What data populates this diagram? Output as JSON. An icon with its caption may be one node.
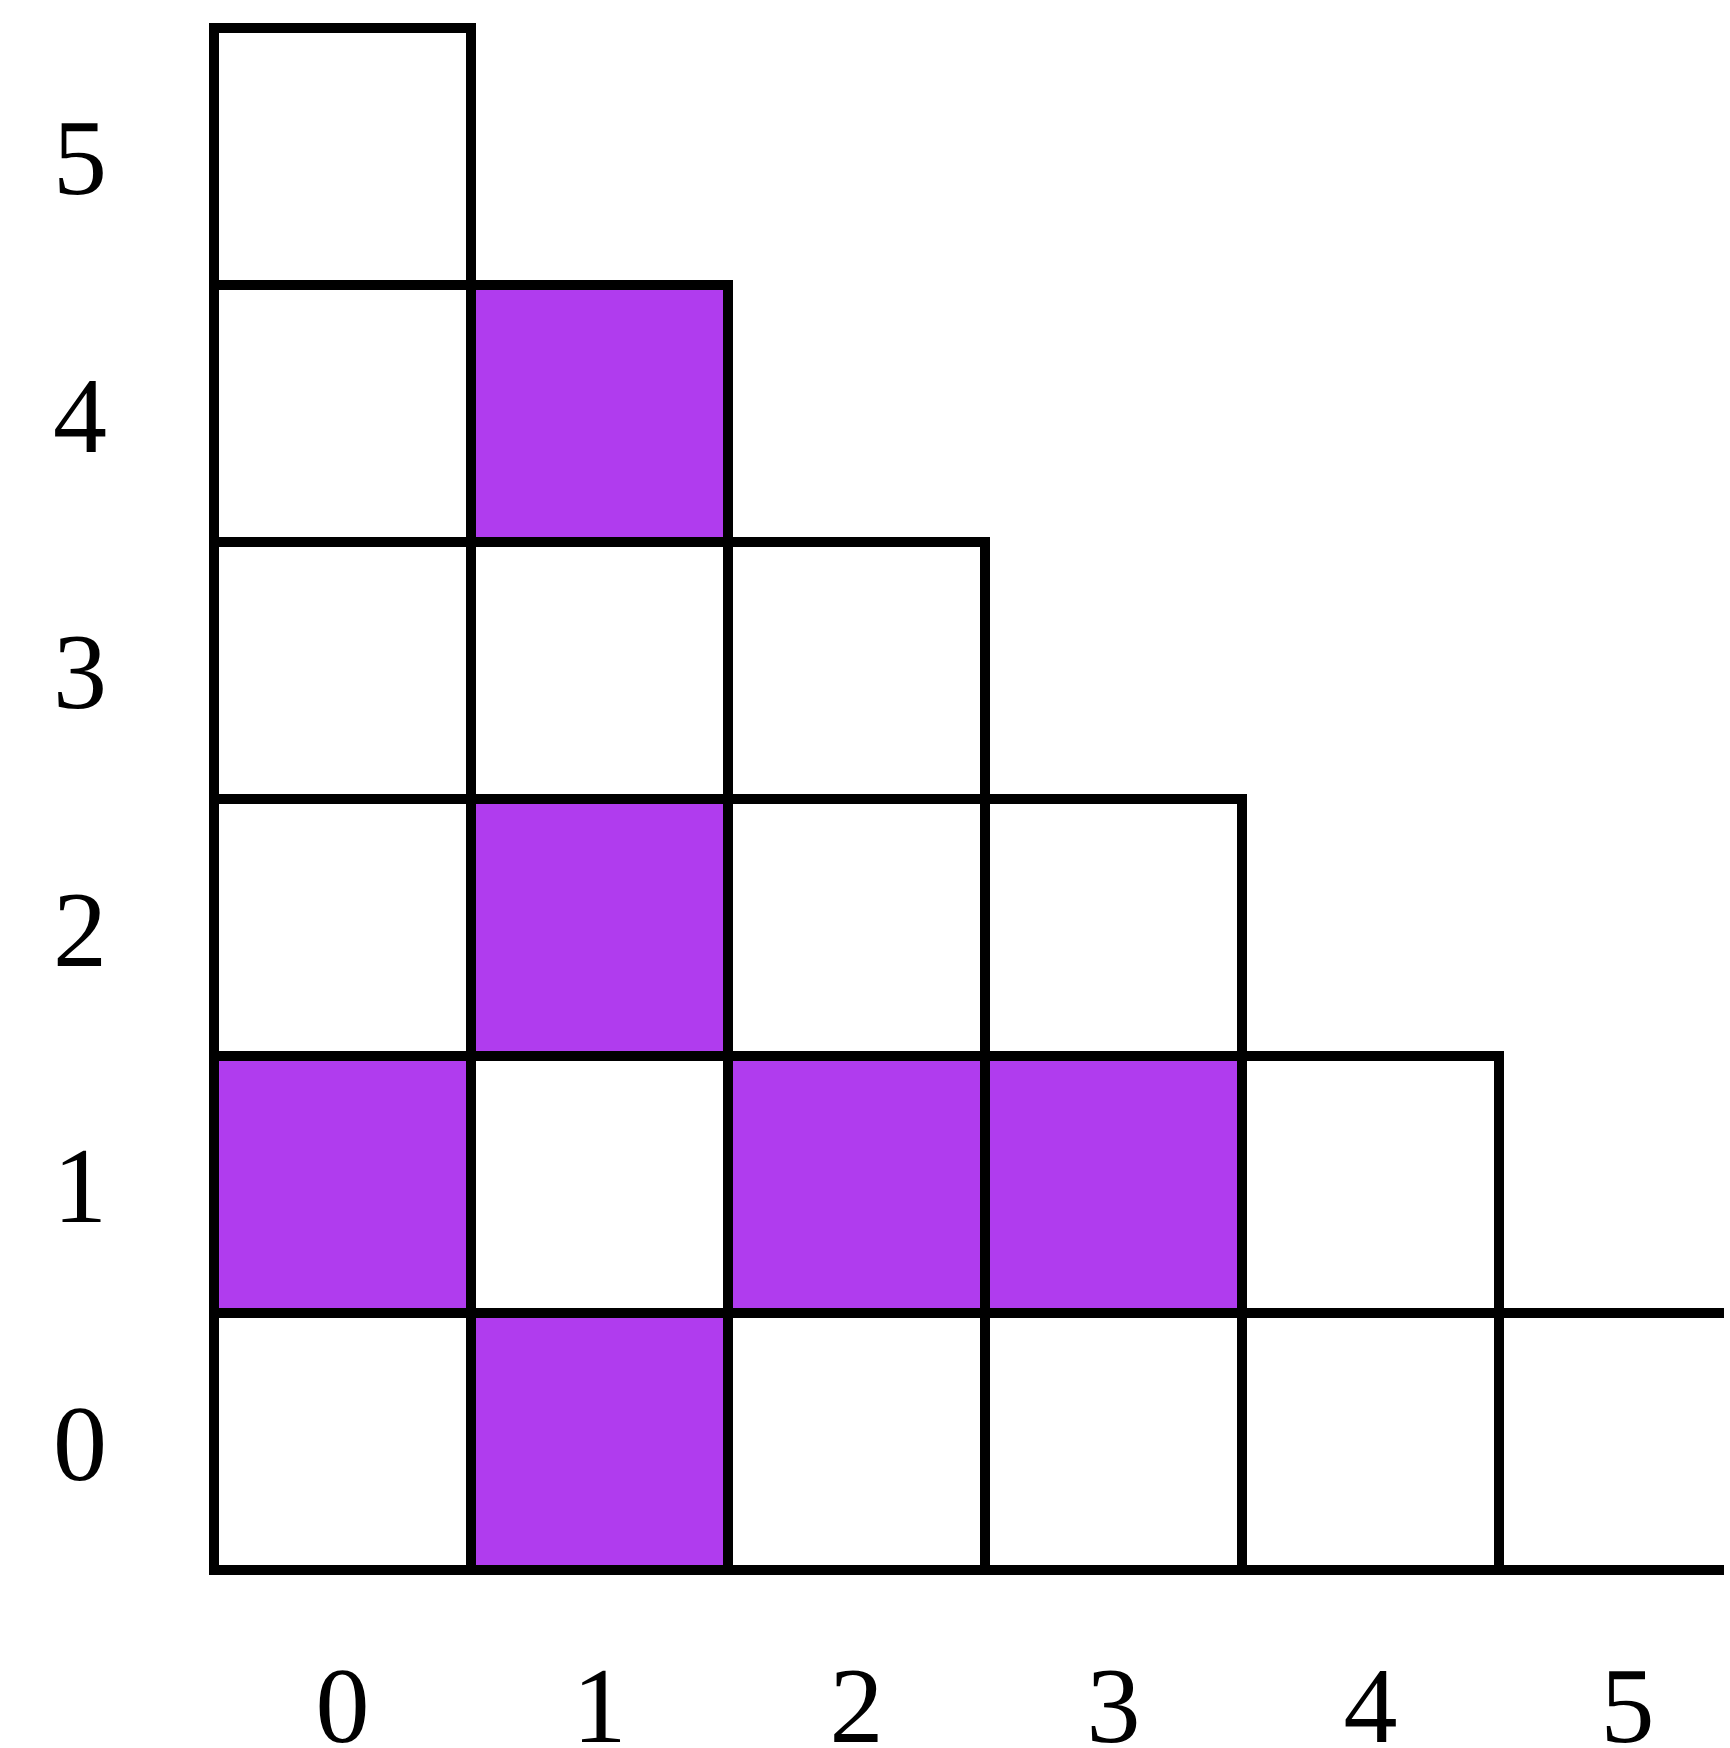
{
  "diagram": {
    "labels": [
      "5",
      "4",
      "3",
      "2",
      "1",
      "0",
      "0",
      "1",
      "2",
      "3",
      "4",
      "5"
    ]
  }
}
